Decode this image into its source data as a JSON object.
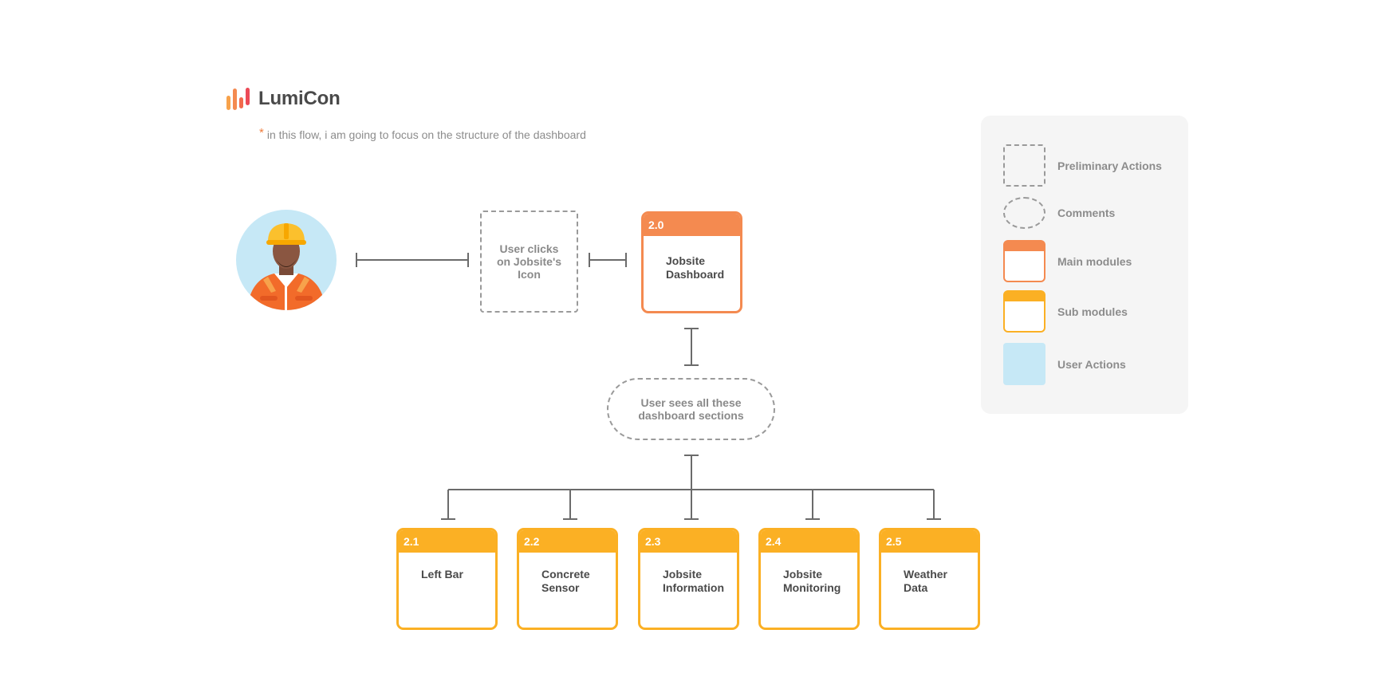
{
  "brand": {
    "name": "LumiCon",
    "note_asterisk": "*",
    "note": "in this flow, i am going to focus on the structure of the dashboard"
  },
  "flow": {
    "preliminary_action": "User clicks on Jobsite's Icon",
    "main_module": {
      "number": "2.0",
      "label": "Jobsite Dashboard"
    },
    "comment": "User sees all these dashboard sections",
    "sub_modules": [
      {
        "number": "2.1",
        "label": "Left Bar"
      },
      {
        "number": "2.2",
        "label": "Concrete Sensor"
      },
      {
        "number": "2.3",
        "label": "Jobsite Information"
      },
      {
        "number": "2.4",
        "label": "Jobsite Monitoring"
      },
      {
        "number": "2.5",
        "label": "Weather Data"
      }
    ]
  },
  "legend": {
    "items": [
      {
        "label": "Preliminary Actions",
        "swatch": "dashed-rect"
      },
      {
        "label": "Comments",
        "swatch": "dashed-ellipse"
      },
      {
        "label": "Main modules",
        "swatch": "orange-module"
      },
      {
        "label": "Sub modules",
        "swatch": "yellow-module"
      },
      {
        "label": "User Actions",
        "swatch": "light-blue-fill"
      }
    ]
  },
  "colors": {
    "main_module": "#f48a50",
    "sub_module": "#fbb024",
    "user_action": "#c6e8f6",
    "connector": "#6b6b6b",
    "dashed": "#9a9a9a"
  }
}
